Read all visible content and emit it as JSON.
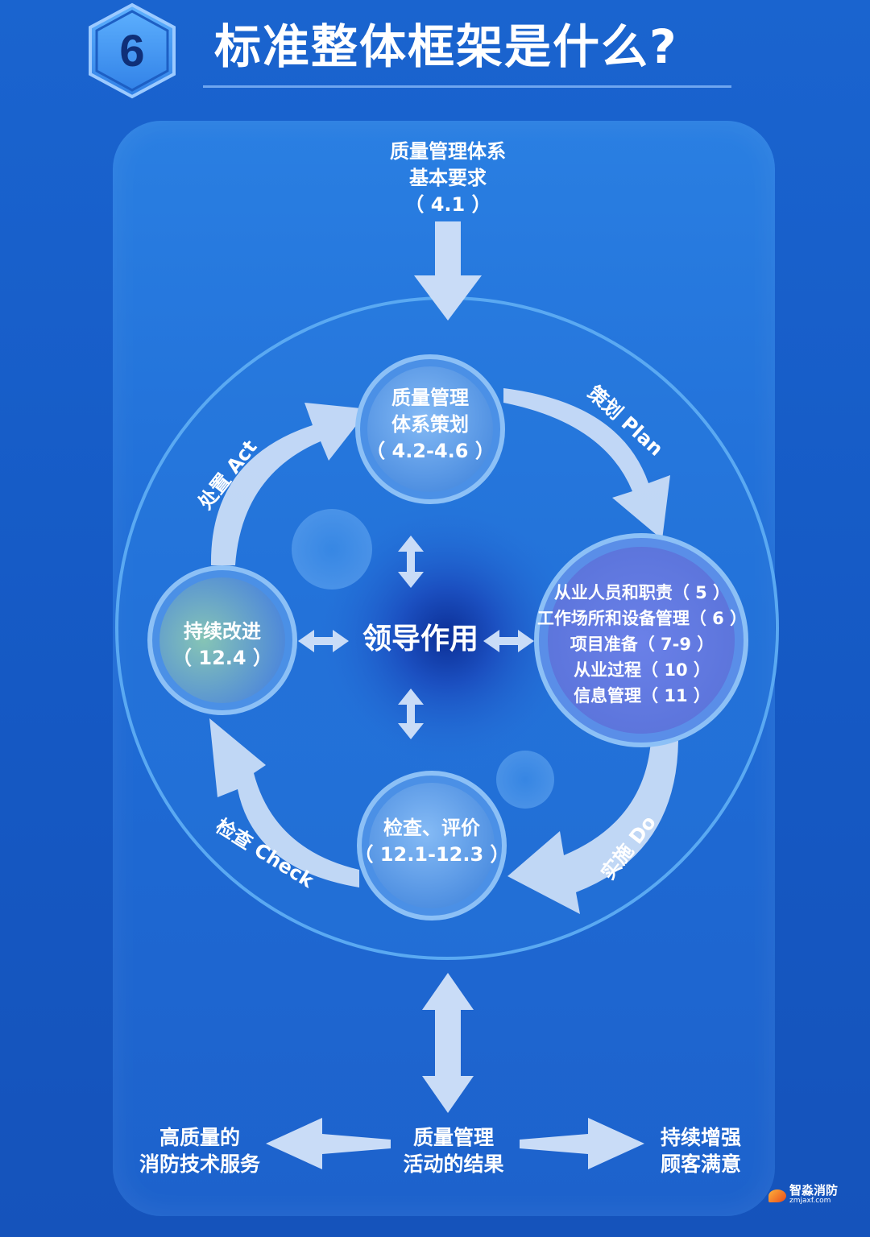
{
  "header": {
    "number": "6",
    "title": "标准整体框架是什么?"
  },
  "diagram": {
    "top_node": {
      "line1": "质量管理体系",
      "line2": "基本要求",
      "line3": "（ 4.1 ）"
    },
    "planning_node": {
      "line1": "质量管理",
      "line2": "体系策划",
      "line3": "（ 4.2-4.6 ）"
    },
    "implementation_node": {
      "lines": [
        "从业人员和职责（ 5 ）",
        "工作场所和设备管理（ 6 ）",
        "项目准备（ 7-9 ）",
        "从业过程（ 10 ）",
        "信息管理（ 11 ）"
      ]
    },
    "check_node": {
      "line1": "检查、评价",
      "line2": "（ 12.1-12.3 ）"
    },
    "improve_node": {
      "line1": "持续改进",
      "line2": "（ 12.4 ）"
    },
    "center": "领导作用",
    "arc_labels": {
      "plan": "策划 Plan",
      "do": "实施 Do",
      "check": "检查 Check",
      "act": "处置 Act"
    }
  },
  "footer": {
    "left": {
      "line1": "高质量的",
      "line2": "消防技术服务"
    },
    "middle": {
      "line1": "质量管理",
      "line2": "活动的结果"
    },
    "right": {
      "line1": "持续增强",
      "line2": "顾客满意"
    }
  },
  "brand": {
    "name": "智淼消防",
    "url": "zmjaxf.com"
  },
  "colors": {
    "background": "#1a64cf",
    "panel": "#2a7fe2",
    "arrow": "#c9dcf7",
    "node": "#6aa8ee"
  }
}
